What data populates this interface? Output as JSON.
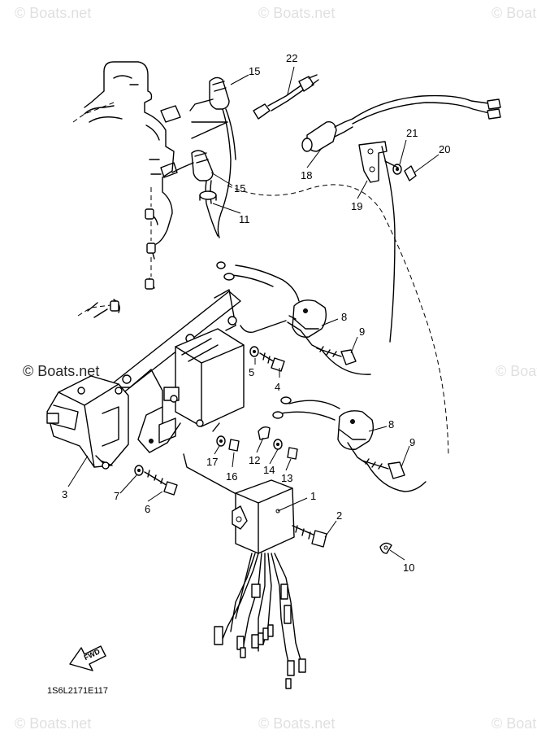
{
  "diagram_code": "1S6L2171E117",
  "fwd_label": "FWD",
  "watermark": "© Boats.net",
  "callouts": {
    "c1": "1",
    "c2": "2",
    "c3": "3",
    "c4": "4",
    "c5": "5",
    "c6": "6",
    "c7": "7",
    "c8a": "8",
    "c8b": "8",
    "c9a": "9",
    "c9b": "9",
    "c10": "10",
    "c11": "11",
    "c12": "12",
    "c13": "13",
    "c14": "14",
    "c15a": "15",
    "c15b": "15",
    "c16": "16",
    "c17": "17",
    "c18": "18",
    "c19": "19",
    "c20": "20",
    "c21": "21",
    "c22": "22"
  }
}
